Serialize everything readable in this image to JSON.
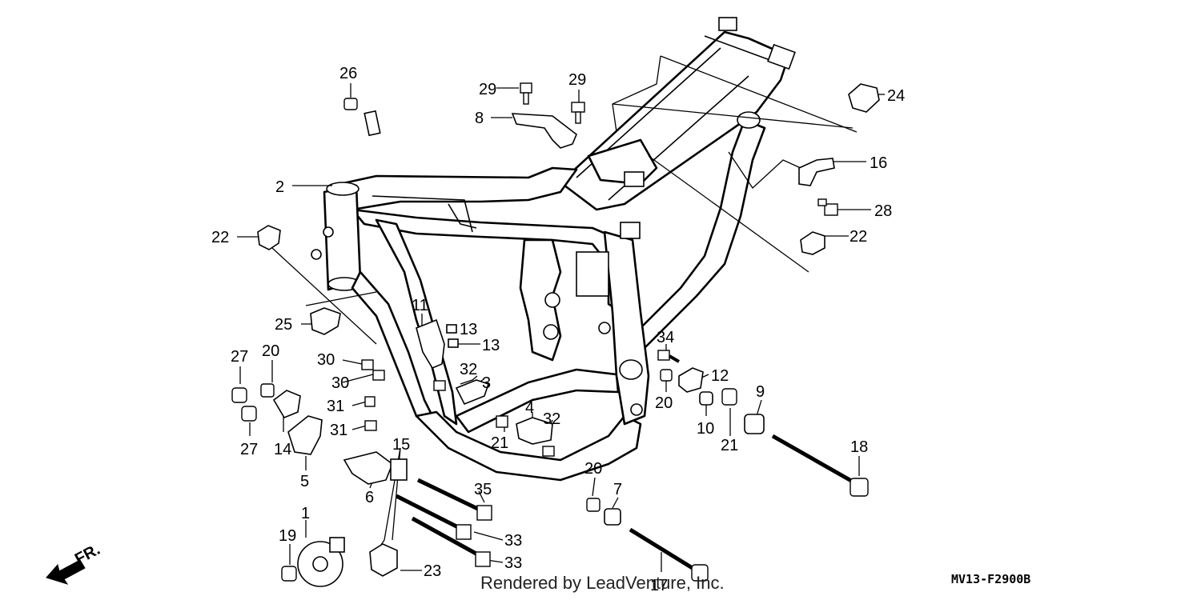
{
  "diagram": {
    "code": "MV13-F2900B",
    "watermark": "Rendered by LeadVenture, Inc.",
    "direction_label": "FR.",
    "callouts": [
      {
        "id": "c1",
        "text": "1"
      },
      {
        "id": "c2",
        "text": "2"
      },
      {
        "id": "c3",
        "text": "3"
      },
      {
        "id": "c4",
        "text": "4"
      },
      {
        "id": "c5",
        "text": "5"
      },
      {
        "id": "c6",
        "text": "6"
      },
      {
        "id": "c7",
        "text": "7"
      },
      {
        "id": "c8",
        "text": "8"
      },
      {
        "id": "c9",
        "text": "9"
      },
      {
        "id": "c10",
        "text": "10"
      },
      {
        "id": "c11",
        "text": "11"
      },
      {
        "id": "c12",
        "text": "12"
      },
      {
        "id": "c13a",
        "text": "13"
      },
      {
        "id": "c13b",
        "text": "13"
      },
      {
        "id": "c14",
        "text": "14"
      },
      {
        "id": "c15",
        "text": "15"
      },
      {
        "id": "c16",
        "text": "16"
      },
      {
        "id": "c17",
        "text": "17"
      },
      {
        "id": "c18",
        "text": "18"
      },
      {
        "id": "c19",
        "text": "19"
      },
      {
        "id": "c20a",
        "text": "20"
      },
      {
        "id": "c20b",
        "text": "20"
      },
      {
        "id": "c20c",
        "text": "20"
      },
      {
        "id": "c21a",
        "text": "21"
      },
      {
        "id": "c21b",
        "text": "21"
      },
      {
        "id": "c22a",
        "text": "22"
      },
      {
        "id": "c22b",
        "text": "22"
      },
      {
        "id": "c23",
        "text": "23"
      },
      {
        "id": "c24",
        "text": "24"
      },
      {
        "id": "c25",
        "text": "25"
      },
      {
        "id": "c26",
        "text": "26"
      },
      {
        "id": "c27a",
        "text": "27"
      },
      {
        "id": "c27b",
        "text": "27"
      },
      {
        "id": "c28",
        "text": "28"
      },
      {
        "id": "c29a",
        "text": "29"
      },
      {
        "id": "c29b",
        "text": "29"
      },
      {
        "id": "c30a",
        "text": "30"
      },
      {
        "id": "c30b",
        "text": "30"
      },
      {
        "id": "c31a",
        "text": "31"
      },
      {
        "id": "c31b",
        "text": "31"
      },
      {
        "id": "c32a",
        "text": "32"
      },
      {
        "id": "c32b",
        "text": "32"
      },
      {
        "id": "c33a",
        "text": "33"
      },
      {
        "id": "c33b",
        "text": "33"
      },
      {
        "id": "c34",
        "text": "34"
      },
      {
        "id": "c35",
        "text": "35"
      }
    ]
  }
}
